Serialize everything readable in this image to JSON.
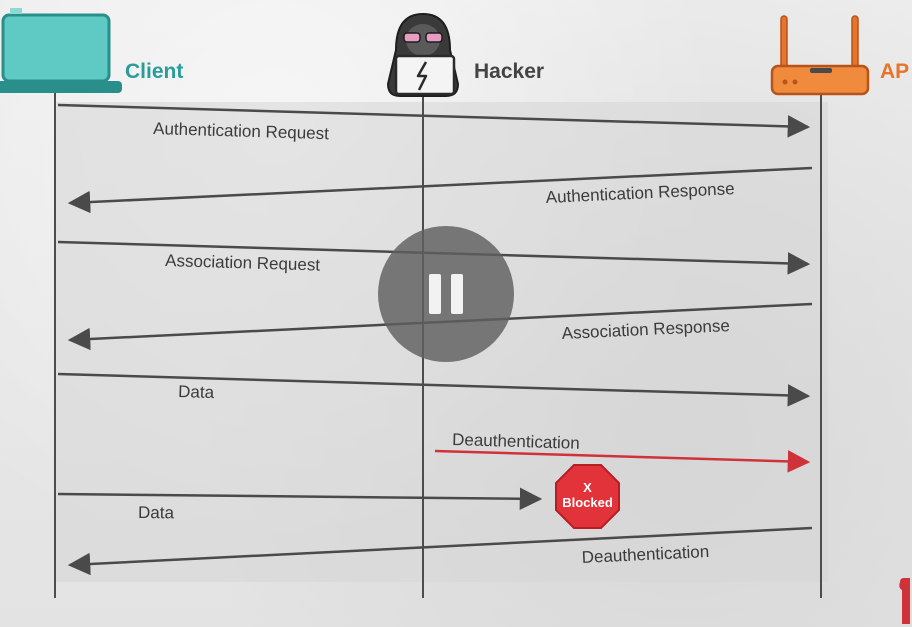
{
  "actors": {
    "client": "Client",
    "hacker": "Hacker",
    "ap": "AP"
  },
  "messages": {
    "auth_request": "Authentication Request",
    "auth_response": "Authentication Response",
    "assoc_request": "Association Request",
    "assoc_response": "Association Response",
    "data_1": "Data",
    "deauth_attack": "Deauthentication",
    "data_2": "Data",
    "deauth_final": "Deauthentication"
  },
  "blocked_sign": {
    "mark": "X",
    "label": "Blocked"
  },
  "colors": {
    "client": "#2a9d9a",
    "ap": "#e8742b",
    "attack": "#d0323a",
    "arrow": "#4a4a4a",
    "sign": "#e2323a"
  },
  "icons": {
    "client": "laptop-icon",
    "hacker": "hooded-hacker-icon",
    "ap": "wireless-router-icon",
    "player": "pause-icon"
  }
}
